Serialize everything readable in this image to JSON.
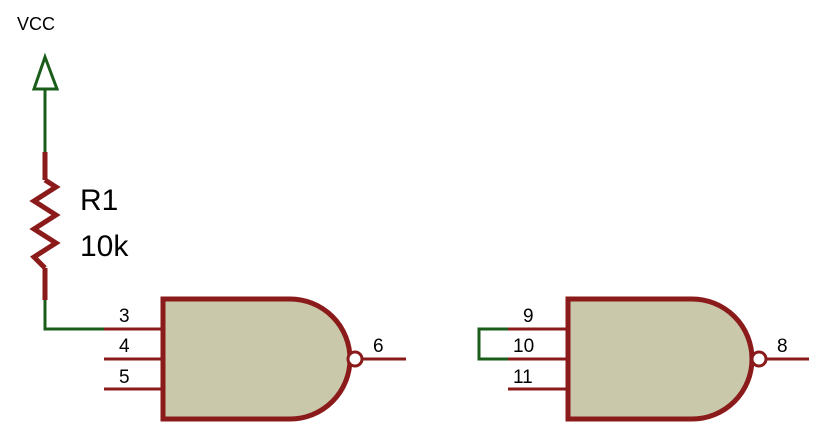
{
  "colors": {
    "background": "#ffffff",
    "wire": "#1a5c1a",
    "component": "#8b1a1a",
    "gate_fill": "#c9c8ab",
    "text": "#000000"
  },
  "power": {
    "label": "VCC",
    "symbol": "power-arrow-icon"
  },
  "resistor": {
    "ref": "R1",
    "value": "10k"
  },
  "gate1": {
    "type": "NAND",
    "inputs": [
      "3",
      "4",
      "5"
    ],
    "output": "6"
  },
  "gate2": {
    "type": "NAND",
    "inputs": [
      "9",
      "10",
      "11"
    ],
    "output": "8"
  }
}
